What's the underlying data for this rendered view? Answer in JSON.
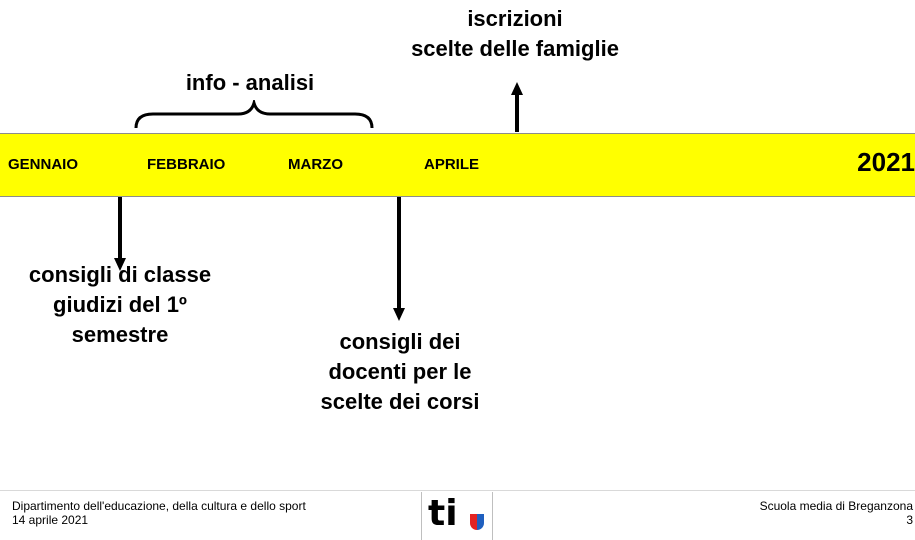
{
  "timeline": {
    "months": [
      "GENNAIO",
      "FEBBRAIO",
      "MARZO",
      "APRILE"
    ],
    "year": "2021",
    "band_color": "#ffff00"
  },
  "labels": {
    "info_analisi": "info - analisi",
    "iscrizioni": "iscrizioni",
    "scelte_famiglie": "scelte delle famiglie",
    "consigli_classe": [
      "consigli di classe",
      "giudizi del 1º",
      "semestre"
    ],
    "consigli_docenti": [
      "consigli dei",
      "docenti per le",
      "scelte dei corsi"
    ]
  },
  "footer": {
    "department": "Dipartimento dell'educazione, della cultura e dello sport",
    "date": "14 aprile 2021",
    "school": "Scuola media di Breganzona",
    "page_number": "3",
    "logo_text": "ti"
  }
}
